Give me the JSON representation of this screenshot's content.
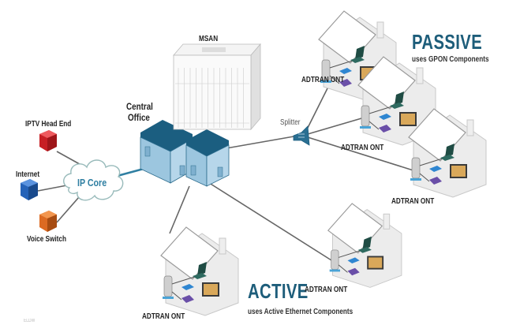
{
  "title": "Active vs Passive Fiber Access Network",
  "nodes": {
    "iptv": {
      "label": "IPTV Head End",
      "color": "#d8262b"
    },
    "internet": {
      "label": "Internet",
      "color": "#2b6cc4"
    },
    "voice": {
      "label": "Voice Switch",
      "color": "#e06f25"
    },
    "ip_core": {
      "label": "IP Core"
    },
    "central_office": {
      "label_line1": "Central",
      "label_line2": "Office"
    },
    "msan": {
      "label": "MSAN"
    },
    "splitter": {
      "label": "Splitter"
    }
  },
  "ont_label": "ADTRAN ONT",
  "passive": {
    "title": "PASSIVE",
    "subtitle": "uses GPON Components"
  },
  "active": {
    "title": "ACTIVE",
    "subtitle": "uses Active Ethernet Components"
  },
  "footer_code": "ELDW",
  "colors": {
    "accent_dark": "#1d5d7a",
    "co_light": "#9cc6df",
    "co_roof": "#1b5e80",
    "link": "#555555",
    "fiber": "#2f7fa2"
  }
}
